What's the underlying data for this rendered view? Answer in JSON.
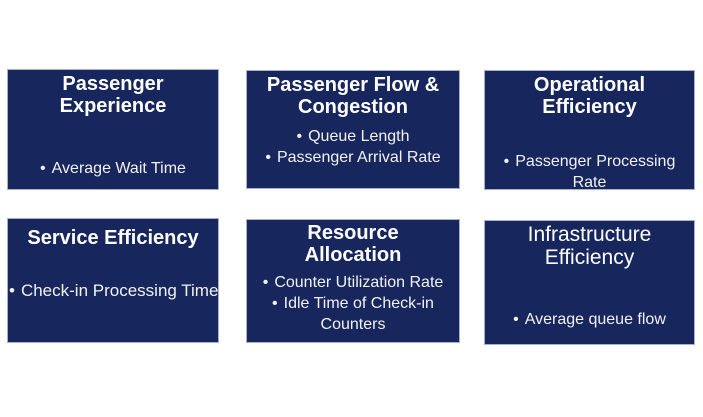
{
  "colors": {
    "page_bg": "#ffffff",
    "box_fill": "#17265c",
    "box_border": "#a8b1cc",
    "title_text": "#ffffff",
    "bullet_text": "#f2f2f2"
  },
  "bullet_glyph": "•",
  "cards": [
    {
      "title": "Passenger Experience",
      "bullets": [
        "Average Wait Time"
      ]
    },
    {
      "title": "Passenger Flow & Congestion",
      "bullets": [
        "Queue Length",
        "Passenger Arrival Rate"
      ]
    },
    {
      "title": "Operational Efficiency",
      "bullets": [
        "Passenger Processing Rate"
      ]
    },
    {
      "title": "Service Efficiency",
      "bullets": [
        "Check-in Processing Time"
      ]
    },
    {
      "title": "Resource Allocation",
      "bullets": [
        "Counter Utilization Rate",
        "Idle Time of Check-in Counters"
      ]
    },
    {
      "title": "Infrastructure Efficiency",
      "bullets": [
        "Average queue flow"
      ]
    }
  ]
}
